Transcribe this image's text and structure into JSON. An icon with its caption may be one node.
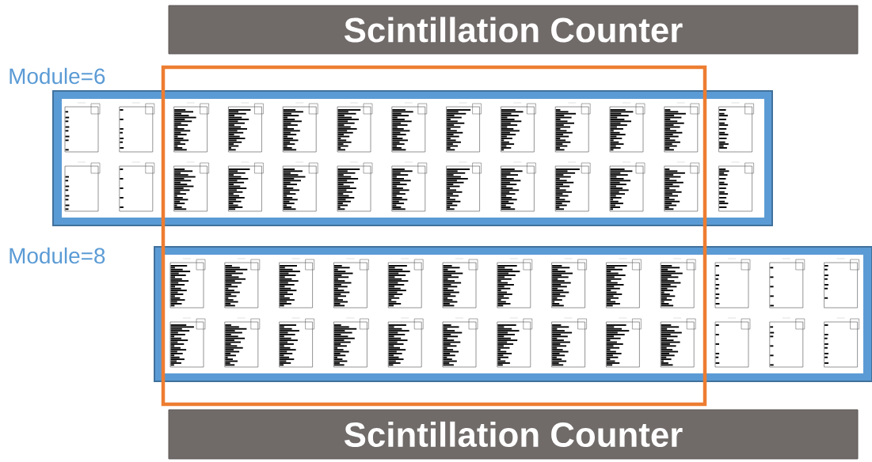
{
  "diagram": {
    "nodes": [
      {
        "text": [
          "Scintillation Counter"
        ]
      },
      {
        "text": [
          "Module=6"
        ]
      },
      {
        "text": [
          "Module=8"
        ]
      },
      {
        "text": [
          "Scintillation Counter"
        ]
      }
    ]
  }
}
